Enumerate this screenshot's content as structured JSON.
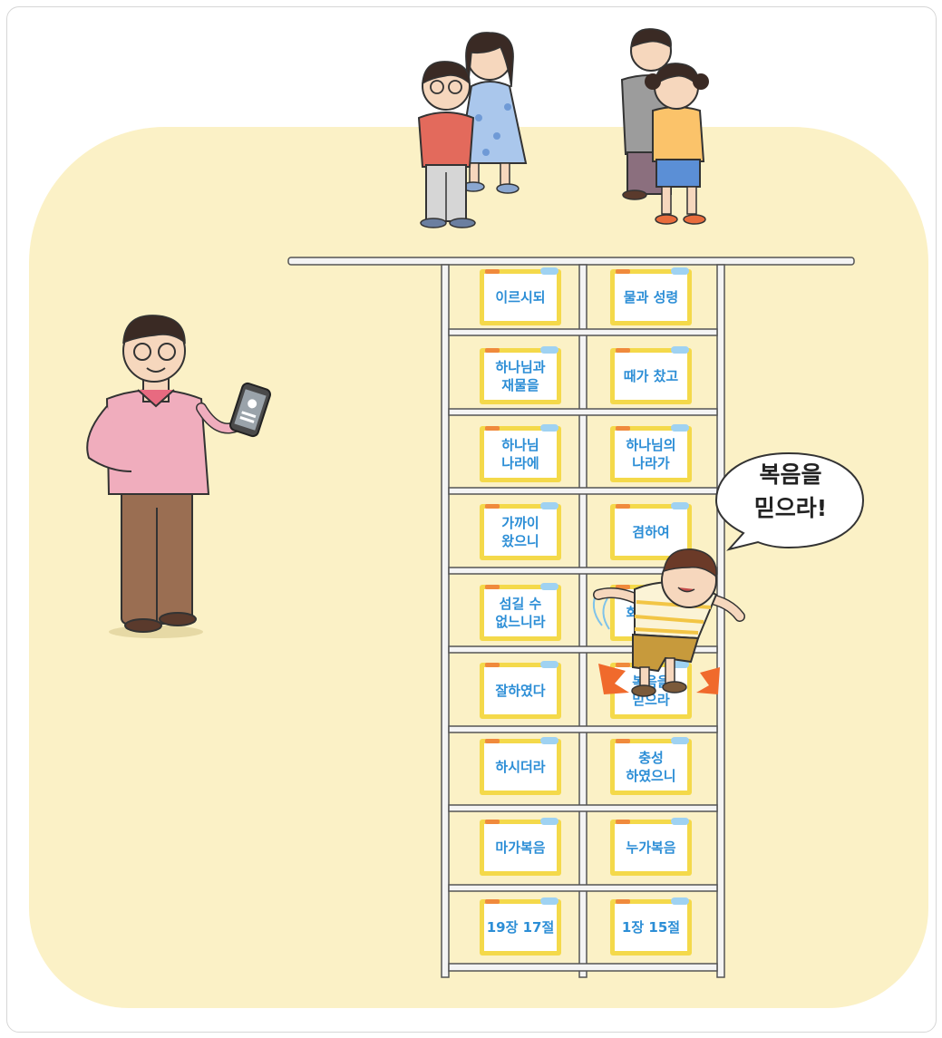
{
  "colors": {
    "background_panel": "#fbf1c6",
    "card_border": "#f4d94a",
    "card_text": "#2c8ed6",
    "ladder": "#f4f4f4"
  },
  "icons": {
    "phone": "smartphone-icon"
  },
  "speech_bubble": "복음을\n믿으라!",
  "cards_left": [
    "이르시되",
    "하나님과\n재물을",
    "하나님\n나라에",
    "가까이\n왔으니",
    "섬길 수\n없느니라",
    "잘하였다",
    "하시더라",
    "마가복음",
    "19장 17절"
  ],
  "cards_right": [
    "물과 성령",
    "때가 찼고",
    "하나님의\n나라가",
    "겸하여",
    "회개하고",
    "복음을\n믿으라",
    "충성\n하였으니",
    "누가복음",
    "1장 15절"
  ]
}
